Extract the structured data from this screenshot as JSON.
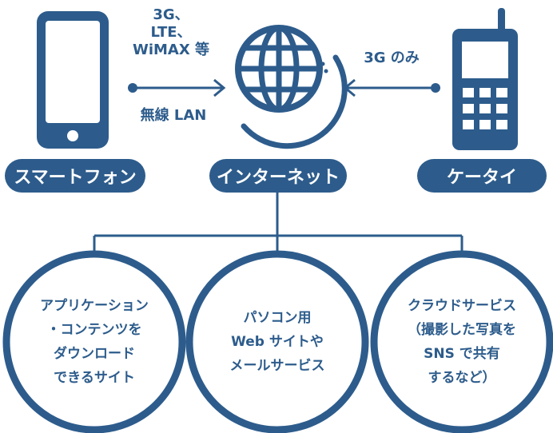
{
  "colors": {
    "primary": "#2d5c8c",
    "background": "#ffffff"
  },
  "icons": [
    "smartphone-icon",
    "globe-icon",
    "feature-phone-icon",
    "arrow-right-icon",
    "arrow-left-icon"
  ],
  "devices": {
    "smartphone": {
      "label": "スマートフォン"
    },
    "internet": {
      "label": "インターネット"
    },
    "keitai": {
      "label": "ケータイ"
    }
  },
  "connections": {
    "smartphone_top": [
      "3G、",
      "LTE、",
      "WiMAX 等"
    ],
    "smartphone_bottom": "無線 LAN",
    "keitai_top": "3G のみ"
  },
  "services": [
    {
      "lines": [
        "アプリケーション",
        "・コンテンツを",
        "ダウンロード",
        "できるサイト"
      ]
    },
    {
      "lines": [
        "パソコン用",
        "Web サイトや",
        "メールサービス"
      ]
    },
    {
      "lines": [
        "クラウドサービス",
        "（撮影した写真を",
        "SNS で共有",
        "するなど）"
      ]
    }
  ]
}
